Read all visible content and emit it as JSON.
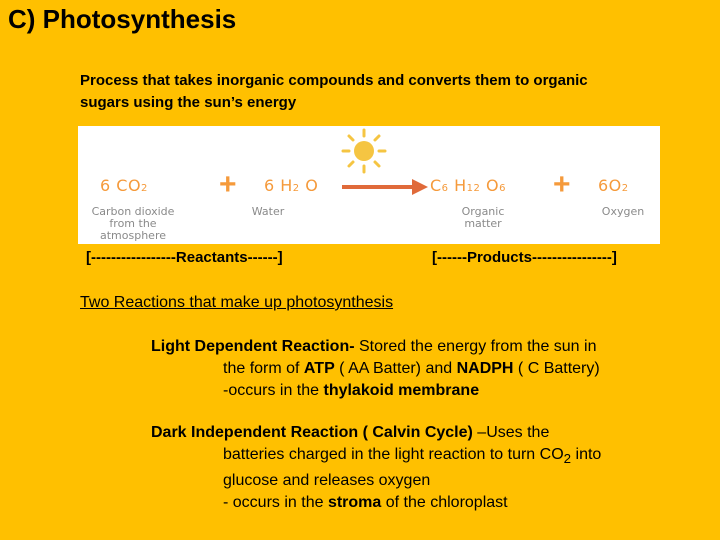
{
  "slide": {
    "title": "C) Photosynthesis",
    "intro": "Process that takes inorganic compounds and converts them to organic sugars using the sun’s energy"
  },
  "equation": {
    "co2": {
      "coef": "6 CO",
      "sub": "2"
    },
    "h2o": {
      "coef": "6 H",
      "sub": "2",
      "rest": " O"
    },
    "glucose": {
      "c": "C",
      "c_sub": "6",
      "h": " H",
      "h_sub": "12",
      "o": " O",
      "o_sub": "6"
    },
    "o2": {
      "coef": "6O",
      "sub": "2"
    },
    "plus": "+",
    "labels": {
      "co2": "Carbon dioxide from the atmosphere",
      "water": "Water",
      "organic": "Organic matter",
      "oxygen": "Oxygen"
    },
    "icons": [
      "sun-icon",
      "arrow-right-icon"
    ],
    "colors": {
      "formula": "#F59A3B",
      "sun": "#F5C542",
      "arrow": "#E06A3A",
      "label": "#8A8A8A"
    }
  },
  "brackets": {
    "reactants": "[-----------------Reactants------]",
    "products": "[------Products----------------]"
  },
  "section_heading": "Two Reactions that make up photosynthesis",
  "light": {
    "title": "Light  Dependent Reaction-",
    "line1_rest": " Stored the energy from the sun in",
    "line2_a": "the form of  ",
    "line2_atp": "ATP",
    "line2_b": "  ( AA Batter)  and ",
    "line2_nadph": "NADPH",
    "line2_c": "  ( C Battery)",
    "line3_a": "-occurs in the ",
    "line3_b": "thylakoid membrane"
  },
  "dark": {
    "title": "Dark Independent Reaction ( Calvin Cycle)",
    "line1_rest": " –Uses the",
    "line2_a": "batteries charged in the light reaction to turn CO",
    "line2_sub": "2",
    "line2_b": " into",
    "line3": "glucose and releases oxygen",
    "line4_a": "- occurs in the ",
    "line4_b": "stroma",
    "line4_c": " of the chloroplast"
  }
}
